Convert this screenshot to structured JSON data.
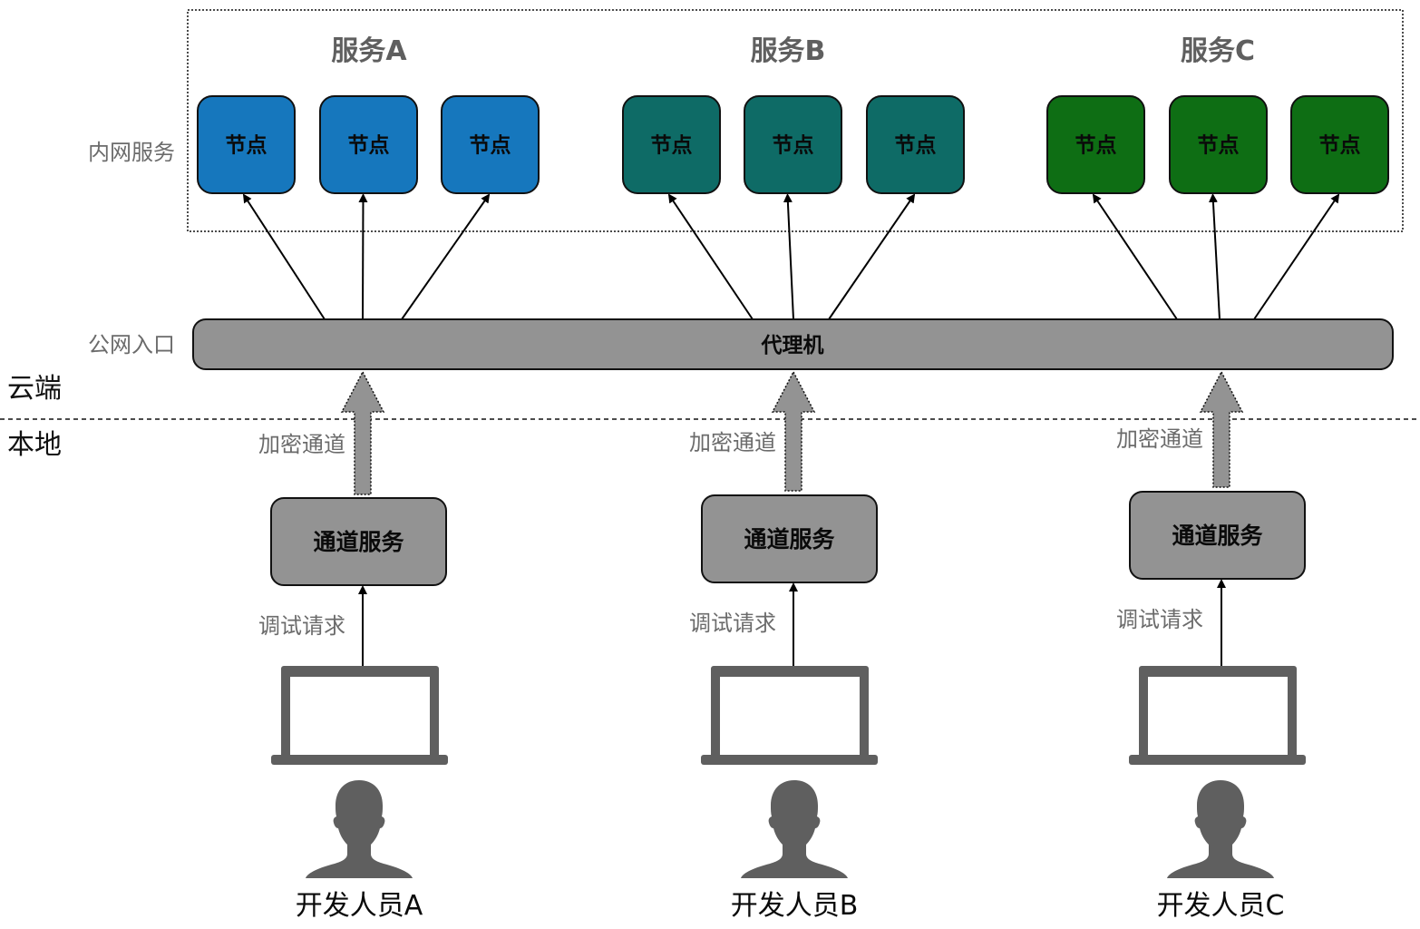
{
  "diagram": {
    "labels": {
      "intranet": "内网服务",
      "public_entry": "公网入口",
      "cloud": "云端",
      "local": "本地"
    },
    "proxy": {
      "label": "代理机"
    },
    "services": [
      {
        "name": "服务A",
        "color": "#1677bd",
        "nodes": [
          "节点",
          "节点",
          "节点"
        ]
      },
      {
        "name": "服务B",
        "color": "#0e6b66",
        "nodes": [
          "节点",
          "节点",
          "节点"
        ]
      },
      {
        "name": "服务C",
        "color": "#0e6e14",
        "nodes": [
          "节点",
          "节点",
          "节点"
        ]
      }
    ],
    "developers": [
      {
        "name": "开发人员A",
        "tunnel_service": "通道服务",
        "encrypted_label": "加密通道",
        "request_label": "调试请求"
      },
      {
        "name": "开发人员B",
        "tunnel_service": "通道服务",
        "encrypted_label": "加密通道",
        "request_label": "调试请求"
      },
      {
        "name": "开发人员C",
        "tunnel_service": "通道服务",
        "encrypted_label": "加密通道",
        "request_label": "调试请求"
      }
    ],
    "colors": {
      "gray_box": "#939393",
      "icon_gray": "#5f5f5f",
      "text_gray": "#6b6b6b"
    }
  }
}
